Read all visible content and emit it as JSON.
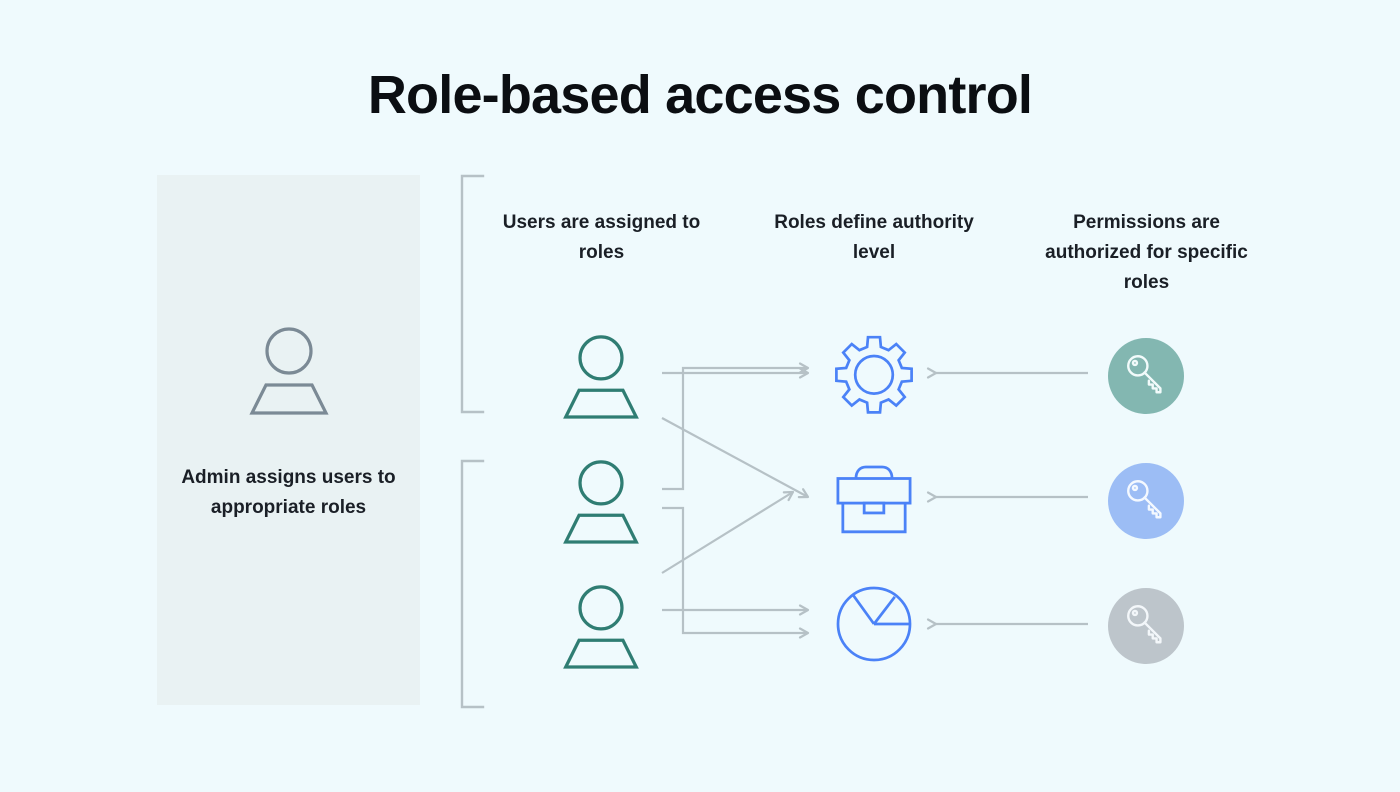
{
  "page": {
    "title": "Role-based access control",
    "background_color": "#effafd"
  },
  "admin_panel": {
    "panel_color": "#e9f2f3",
    "icon": "person-icon",
    "icon_color": "#7b8a95",
    "caption": "Admin assigns users to appropriate roles"
  },
  "columns": [
    {
      "id": "users",
      "heading": "Users are assigned to roles",
      "icon": "person-icon",
      "icon_color": "#2f7d73",
      "count": 3
    },
    {
      "id": "roles",
      "heading": "Roles define authority level",
      "icon_color": "#4b82f7",
      "items": [
        {
          "icon": "gear-icon",
          "label": "gear"
        },
        {
          "icon": "briefcase-icon",
          "label": "briefcase"
        },
        {
          "icon": "pie-chart-icon",
          "label": "pie-chart"
        }
      ]
    },
    {
      "id": "permissions",
      "heading": "Permissions are authorized for specific roles",
      "items": [
        {
          "icon": "key-icon",
          "badge_color": "#83b7b1"
        },
        {
          "icon": "key-icon",
          "badge_color": "#9cbdf5"
        },
        {
          "icon": "key-icon",
          "badge_color": "#bdc5cb"
        }
      ]
    }
  ],
  "connectors": {
    "line_color": "#b6c1c6",
    "bracket_color": "#b6c1c6",
    "brackets": 2,
    "user_to_role_arrows": 6,
    "permission_to_role_arrows": 3
  }
}
